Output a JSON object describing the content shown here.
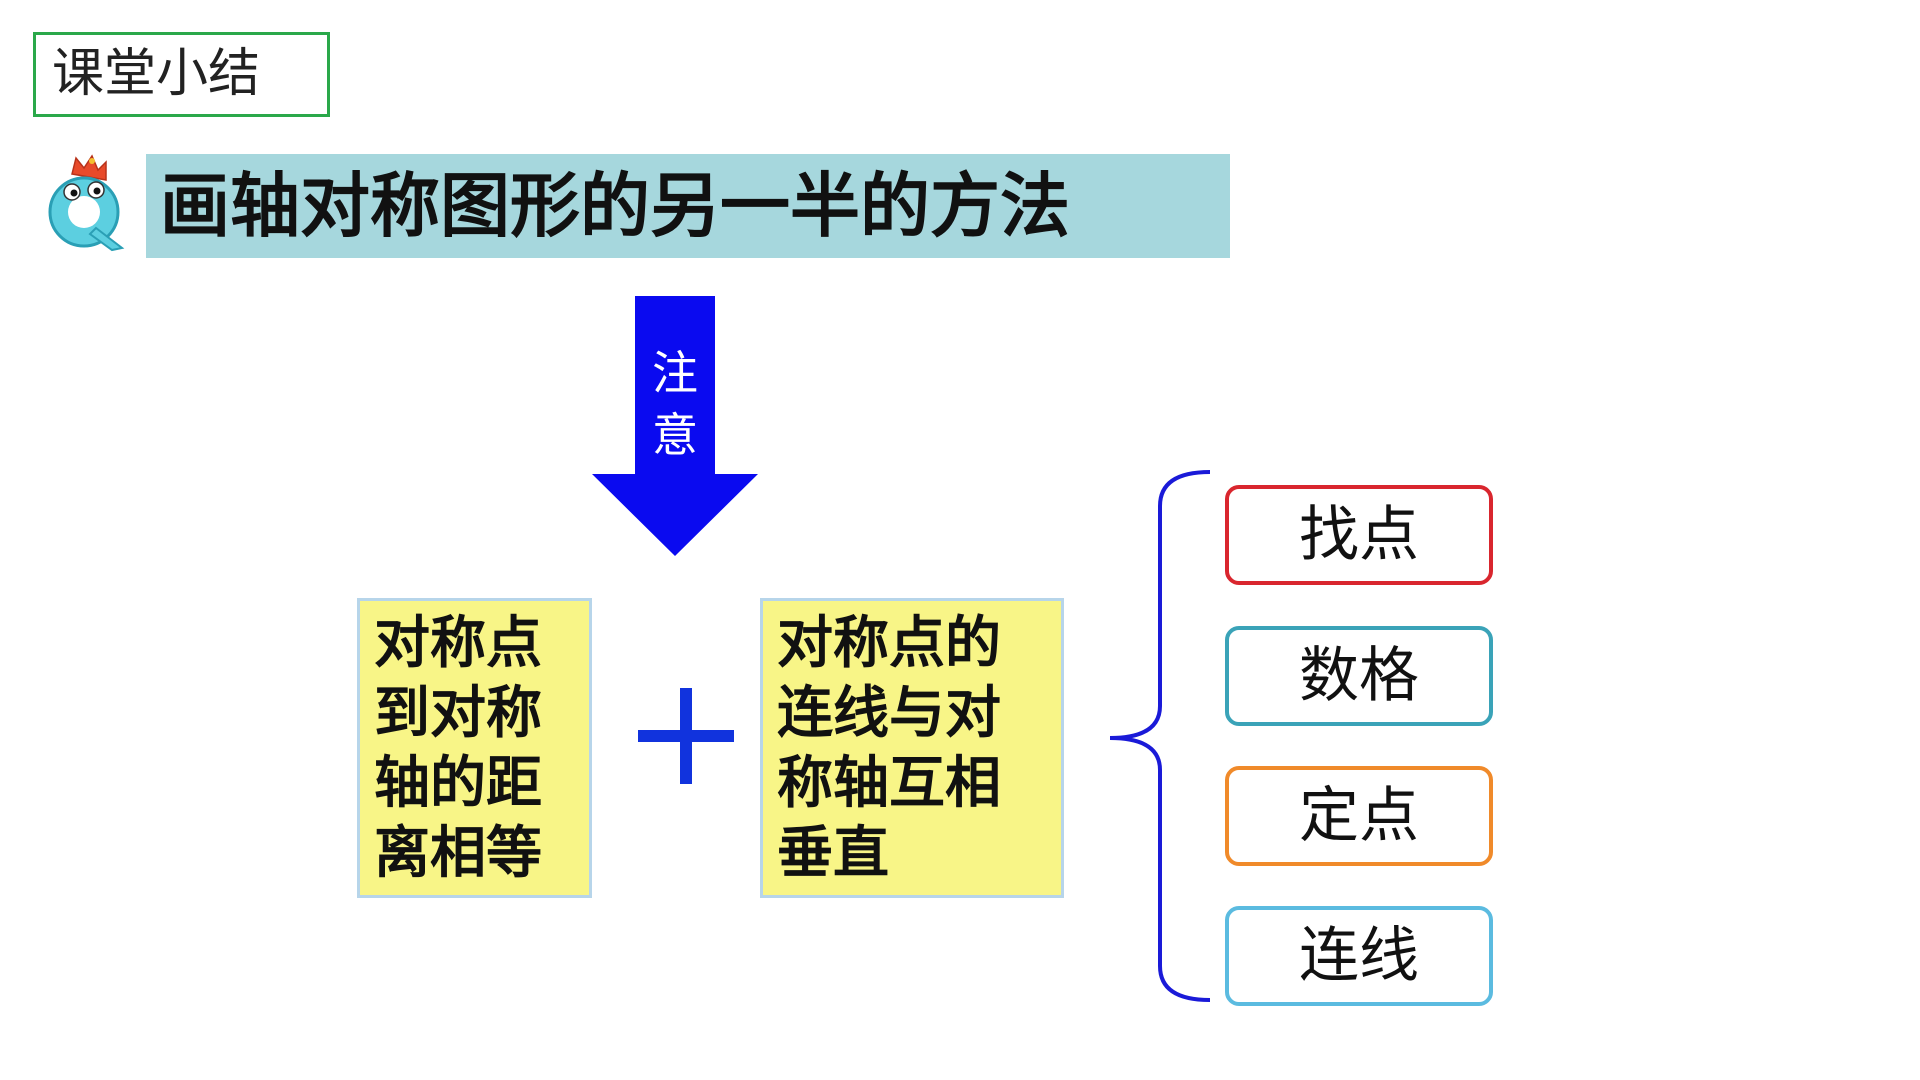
{
  "header": {
    "section_label": "课堂小结"
  },
  "title": "画轴对称图形的另一半的方法",
  "arrow": {
    "lines": [
      "注",
      "意"
    ]
  },
  "conditions": [
    {
      "lines": [
        "对称点",
        "到对称",
        "轴的距",
        "离相等"
      ]
    },
    {
      "lines": [
        "对称点的",
        "连线与对",
        "称轴互相",
        "垂直"
      ]
    }
  ],
  "steps": [
    "找点",
    "数格",
    "定点",
    "连线"
  ],
  "colors": {
    "section_border": "#2aa84a",
    "title_bg": "#a6d7dd",
    "arrow": "#0a0af0",
    "plus": "#1133dd",
    "brace": "#1a1ad8",
    "box_fill": "#f8f587",
    "step_borders": [
      "#d9262e",
      "#3aa3b8",
      "#f08a2a",
      "#5bbbe0"
    ]
  }
}
